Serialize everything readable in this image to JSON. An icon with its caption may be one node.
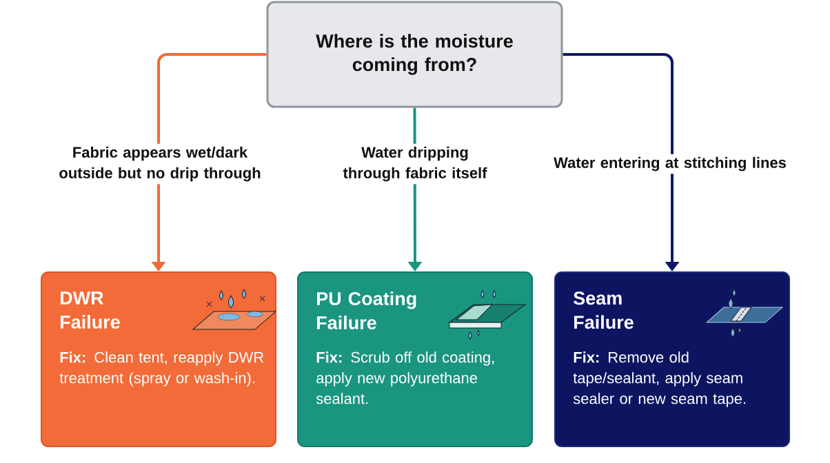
{
  "diagram": {
    "nodes": [
      {
        "text": [
          "Where is the moisture coming from?"
        ]
      },
      {
        "text": [
          "DWR Failure",
          "**Fix:** Clean tent, reapply DWR treatment (spray or wash-in)."
        ]
      },
      {
        "text": [
          "PU Coating Failure",
          "**Fix:** Scrub off old coating, apply new polyurethane sealant."
        ]
      },
      {
        "text": [
          "Seam Failure",
          "**Fix:** Remove old tape/sealant, apply seam sealer or new seam tape."
        ]
      }
    ],
    "edges": [
      {
        "from": 0,
        "to": 1,
        "arrow": "to",
        "label": "Fabric appears wet/dark outside but no drip through",
        "color": "#f26b38"
      },
      {
        "from": 0,
        "to": 2,
        "arrow": "to",
        "label": "Water dripping through fabric itself",
        "color": "#1a9580"
      },
      {
        "from": 0,
        "to": 3,
        "arrow": "to",
        "label": "Water entering at stitching lines",
        "color": "#10186a"
      }
    ]
  }
}
